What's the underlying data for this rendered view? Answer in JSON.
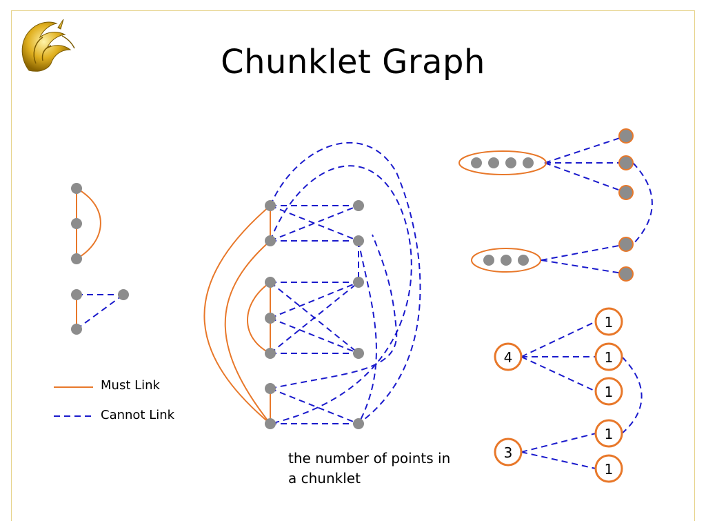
{
  "title": "Chunklet Graph",
  "legend": {
    "must_link": "Must Link",
    "cannot_link": "Cannot Link"
  },
  "caption": {
    "line1": "the number of points in",
    "line2": "a chunklet"
  },
  "chunklet_counts": {
    "group_a": "4",
    "group_b": "3",
    "node_1": "1",
    "node_2": "1",
    "node_3": "1",
    "node_4": "1",
    "node_5": "1"
  },
  "colors": {
    "must_link": "#e8782a",
    "cannot_link": "#1a1acc",
    "node": "#8c8c8c",
    "border": "#e6d38a"
  }
}
